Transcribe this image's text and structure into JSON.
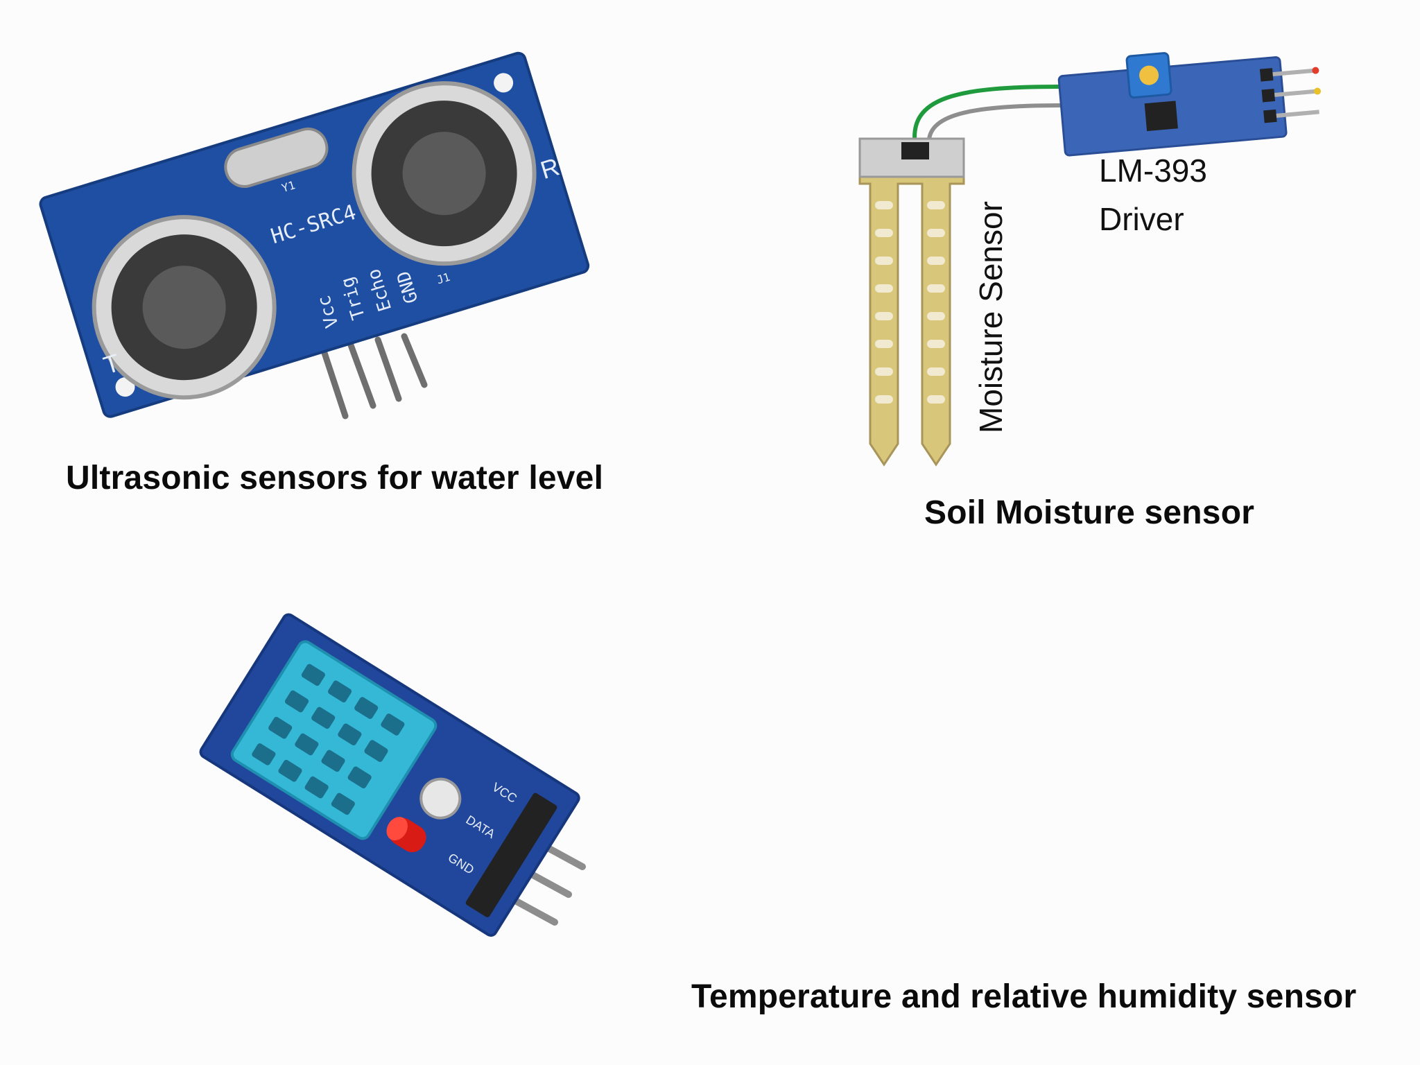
{
  "captions": {
    "ultrasonic": "Ultrasonic sensors for water level",
    "soil": "Soil Moisture sensor",
    "temp_humidity": "Temperature and relative humidity sensor"
  },
  "ultrasonic_board": {
    "model": "HC-SRC4",
    "crystal": "Y1",
    "header": "J1",
    "transmitter": "T",
    "receiver": "R",
    "pins": [
      "Vcc",
      "Trig",
      "Echo",
      "GND"
    ]
  },
  "soil_board": {
    "probe_label": "Moisture Sensor",
    "driver_line1": "LM-393",
    "driver_line2": "Driver"
  },
  "dht_board": {
    "pins": [
      "VCC",
      "DATA",
      "GND"
    ]
  },
  "colors": {
    "pcb_blue": "#1f4fa3",
    "pcb_blue_dark": "#163c80",
    "sensor_cyan": "#35b7d6",
    "led_red": "#d81b14",
    "probe_gold": "#d8c77a"
  }
}
